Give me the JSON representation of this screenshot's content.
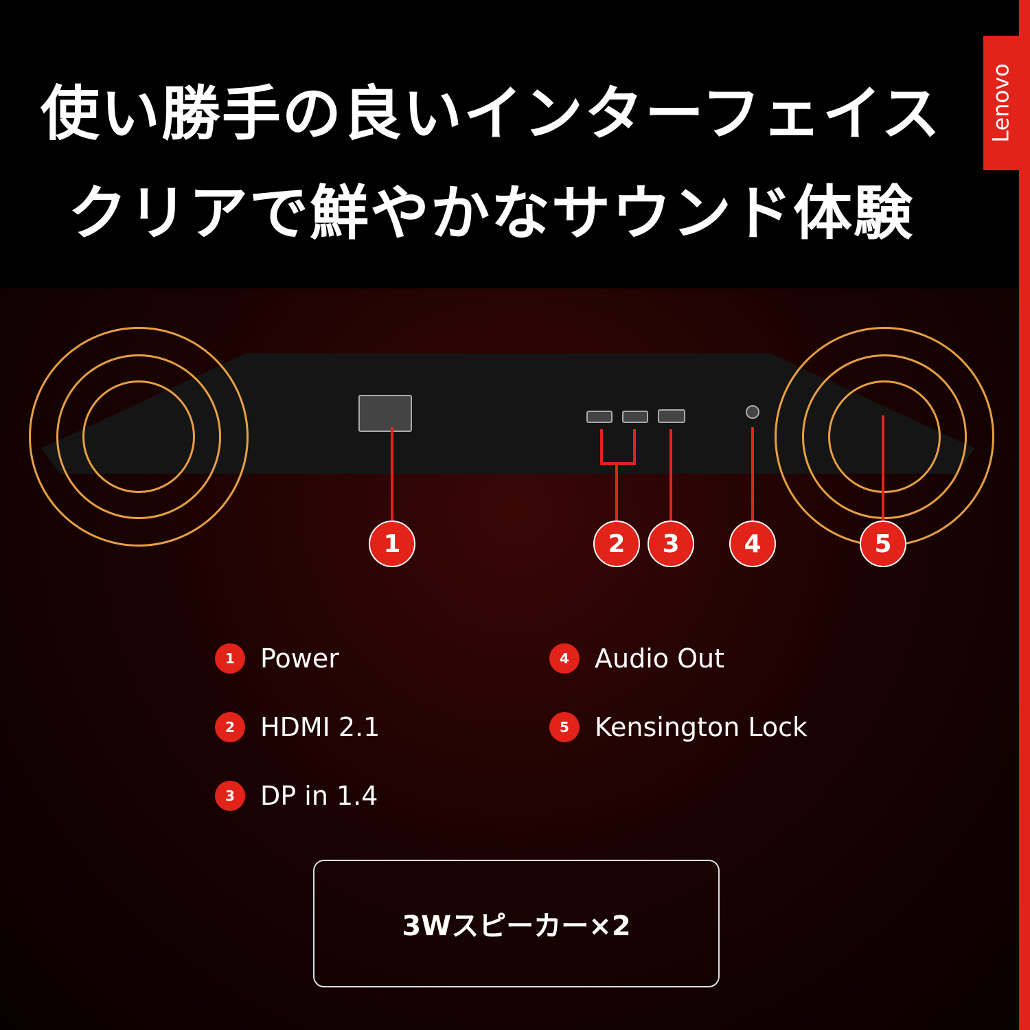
{
  "headline": {
    "line1": "使い勝手の良いインターフェイス",
    "line2": "クリアで鮮やかなサウンド体験"
  },
  "brand": {
    "logo": "Lenovo",
    "color": "#e2231a"
  },
  "callouts": [
    "1",
    "2",
    "3",
    "4",
    "5"
  ],
  "legend": [
    {
      "num": "1",
      "label": "Power"
    },
    {
      "num": "2",
      "label": "HDMI 2.1"
    },
    {
      "num": "3",
      "label": "DP in 1.4"
    },
    {
      "num": "4",
      "label": "Audio Out"
    },
    {
      "num": "5",
      "label": "Kensington Lock"
    }
  ],
  "speaker_box": "3Wスピーカー×2"
}
